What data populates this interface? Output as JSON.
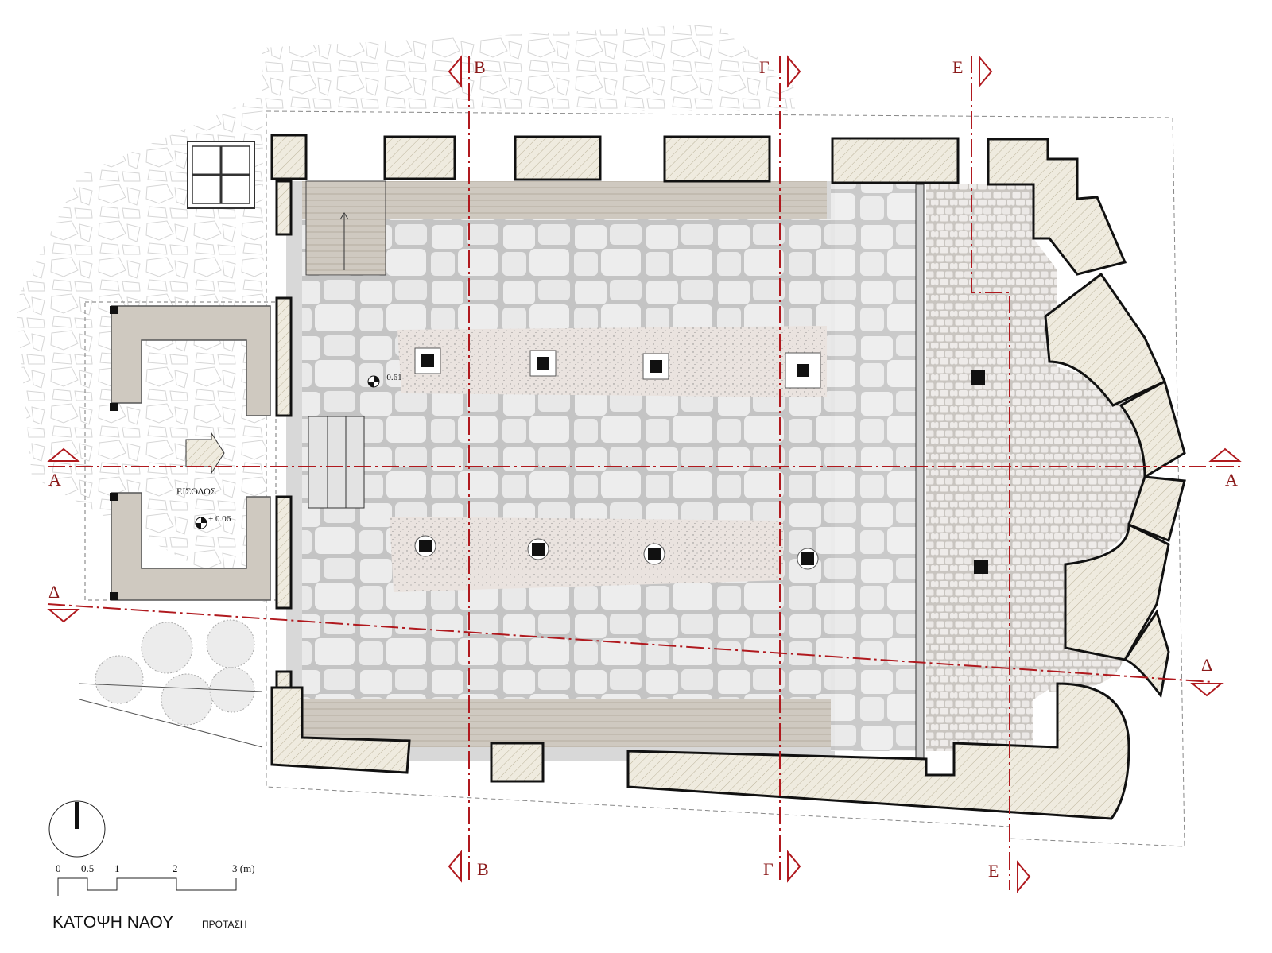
{
  "title": {
    "main": "ΚΑΤΟΨΗ ΝΑΟΥ",
    "sub": "ΠΡΟΤΑΣΗ"
  },
  "entrance_label": "ΕΙΣΟΔΟΣ",
  "levels": {
    "nave": "- 0.61",
    "entrance": "+ 0.06"
  },
  "scale_bar": {
    "ticks": [
      "0",
      "0.5",
      "1",
      "2",
      "3 (m)"
    ]
  },
  "sections": {
    "B": "Β",
    "G": "Γ",
    "E": "Ε",
    "A": "Α",
    "D": "Δ"
  },
  "colors": {
    "section_line": "#b0191e",
    "wall_fill": "#ede9df",
    "floor": "#e6e6e6",
    "joint": "#bdbdbd"
  }
}
